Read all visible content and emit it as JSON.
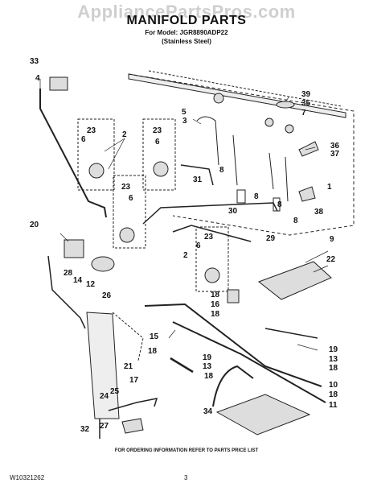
{
  "watermark": "AppliancePartsPros.com",
  "title": "MANIFOLD PARTS",
  "model_line": "For Model: JGR8890ADP22",
  "finish_line": "(Stainless Steel)",
  "footer_note": "FOR ORDERING INFORMATION REFER TO PARTS PRICE LIST",
  "doc_id": "W10321262",
  "page_number": "3",
  "callouts": {
    "c33": "33",
    "c4": "4",
    "c5": "5",
    "c3": "3",
    "c39": "39",
    "c35": "35",
    "c7": "7",
    "c23a": "23",
    "c6a": "6",
    "c2a": "2",
    "c23b": "23",
    "c6b": "6",
    "c36": "36",
    "c37": "37",
    "c8a": "8",
    "c31": "31",
    "c23c": "23",
    "c6c": "6",
    "c8b": "8",
    "c8c": "8",
    "c1": "1",
    "c38": "38",
    "c8d": "8",
    "c30": "30",
    "c20": "20",
    "c29": "29",
    "c23d": "23",
    "c6d": "6",
    "c9": "9",
    "c2b": "2",
    "c22": "22",
    "c28": "28",
    "c14": "14",
    "c12": "12",
    "c26": "26",
    "c18a": "18",
    "c16": "16",
    "c18b": "18",
    "c15": "15",
    "c18c": "18",
    "c19a": "19",
    "c13a": "13",
    "c18d": "18",
    "c19b": "19",
    "c13b": "13",
    "c21": "21",
    "c17": "17",
    "c25": "25",
    "c24": "24",
    "c18e": "18",
    "c18f": "18",
    "c10": "10",
    "c18g": "18",
    "c11": "11",
    "c34": "34",
    "c32": "32",
    "c27": "27"
  }
}
